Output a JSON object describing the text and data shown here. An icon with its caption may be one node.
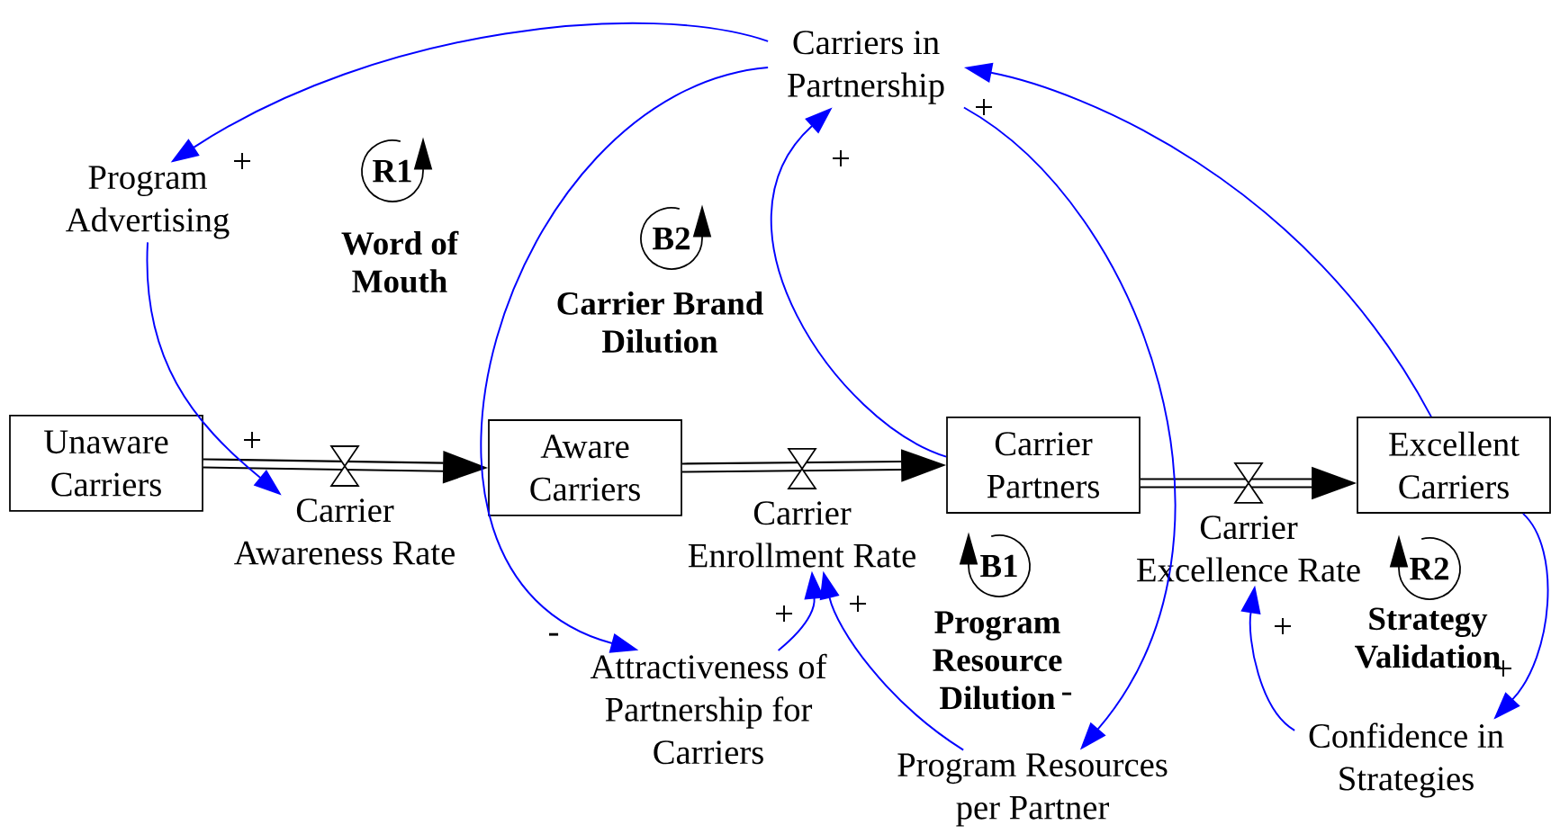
{
  "diagram": {
    "nodes": [
      {
        "text": [
          "Unaware Carriers"
        ]
      },
      {
        "text": [
          "Aware Carriers"
        ]
      },
      {
        "text": [
          "Carrier Partners"
        ]
      },
      {
        "text": [
          "Excellent Carriers"
        ]
      },
      {
        "text": [
          "Carrier Awareness Rate"
        ]
      },
      {
        "text": [
          "Carrier Enrollment Rate"
        ]
      },
      {
        "text": [
          "Carrier Excellence Rate"
        ]
      },
      {
        "text": [
          "Carriers in Partnership"
        ]
      },
      {
        "text": [
          "Program Advertising"
        ]
      },
      {
        "text": [
          "Attractiveness of Partnership for Carriers"
        ]
      },
      {
        "text": [
          "Program Resources per Partner"
        ]
      },
      {
        "text": [
          "Confidence in Strategies"
        ]
      }
    ],
    "edges": [
      {
        "from": 0,
        "to": 1,
        "arrow": "to",
        "style": "thick",
        "color": "#000000"
      },
      {
        "from": 1,
        "to": 2,
        "arrow": "to",
        "style": "thick",
        "color": "#000000"
      },
      {
        "from": 2,
        "to": 3,
        "arrow": "to",
        "style": "thick",
        "color": "#000000"
      },
      {
        "from": 7,
        "to": 8,
        "arrow": "to",
        "label": "+"
      },
      {
        "from": 8,
        "to": 4,
        "arrow": "to",
        "label": "+"
      },
      {
        "from": 7,
        "to": 9,
        "arrow": "to",
        "label": "-"
      },
      {
        "from": 9,
        "to": 5,
        "arrow": "to",
        "label": "+"
      },
      {
        "from": 10,
        "to": 5,
        "arrow": "to",
        "label": "+"
      },
      {
        "from": 2,
        "to": 7,
        "arrow": "to",
        "label": "+"
      },
      {
        "from": 7,
        "to": 10,
        "arrow": "to",
        "label": "-"
      },
      {
        "from": 3,
        "to": 7,
        "arrow": "to",
        "label": "+"
      },
      {
        "from": 11,
        "to": 6,
        "arrow": "to",
        "label": "+"
      },
      {
        "from": 3,
        "to": 11,
        "arrow": "to",
        "label": "+"
      }
    ],
    "labels": [
      "R1",
      "Word of Mouth",
      "B2",
      "Carrier Brand Dilution",
      "B1",
      "Program Resource Dilution",
      "R2",
      "Strategy Validation"
    ]
  }
}
